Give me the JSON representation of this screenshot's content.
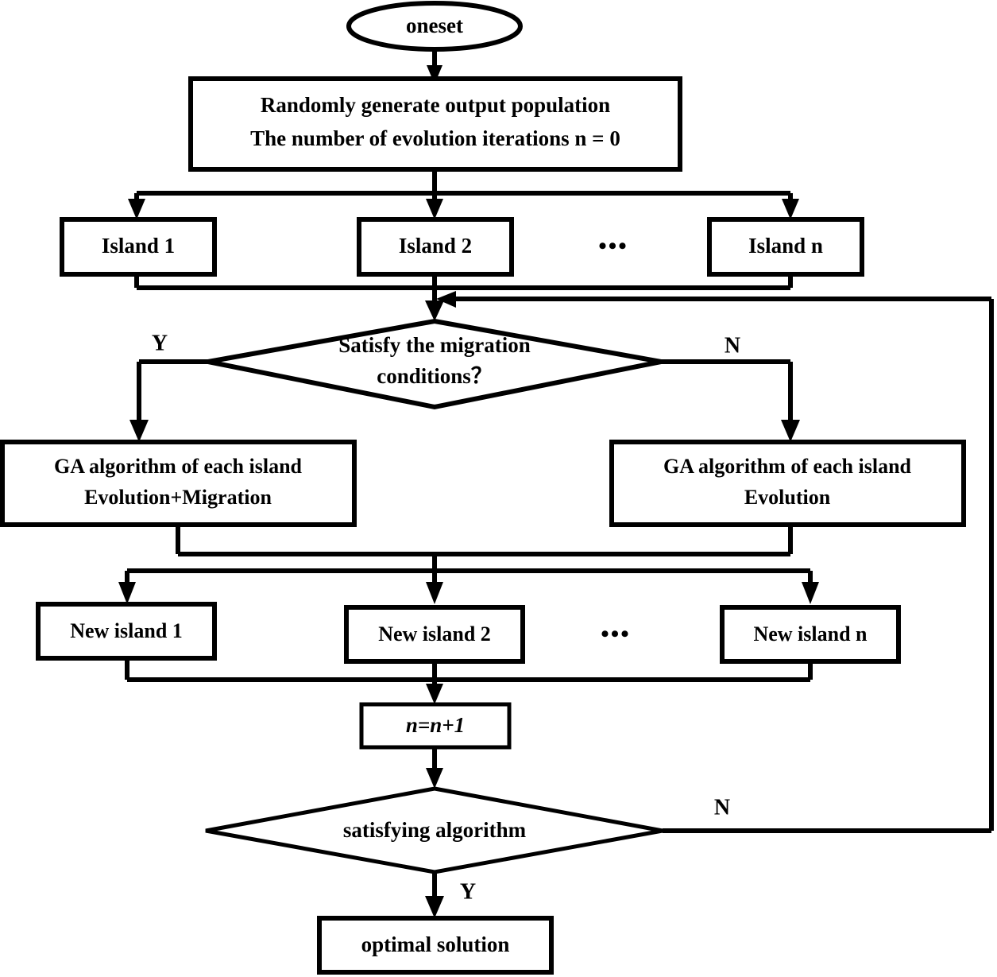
{
  "diagram": {
    "title": "Island-model genetic algorithm flowchart",
    "colors": {
      "stroke": "#000000",
      "fill": "#ffffff",
      "text": "#000000"
    },
    "nodes": {
      "start": {
        "label": "oneset",
        "shape": "ellipse"
      },
      "init": {
        "line1": "Randomly generate output population",
        "line2": "The number of evolution iterations n = 0",
        "shape": "rectangle"
      },
      "island1": {
        "label": "Island 1",
        "shape": "rectangle"
      },
      "island2": {
        "label": "Island 2",
        "shape": "rectangle"
      },
      "island_ellipsis": {
        "label": "•••"
      },
      "islandn": {
        "label": "Island n",
        "shape": "rectangle"
      },
      "migration_decision": {
        "line1": "Satisfy the migration",
        "line2": "conditions？",
        "shape": "diamond"
      },
      "ga_migration": {
        "line1": "GA algorithm of each island",
        "line2": "Evolution+Migration",
        "shape": "rectangle"
      },
      "ga_evolution": {
        "line1": "GA algorithm of each island",
        "line2": "Evolution",
        "shape": "rectangle"
      },
      "new_island1": {
        "label": "New island 1",
        "shape": "rectangle"
      },
      "new_island2": {
        "label": "New island 2",
        "shape": "rectangle"
      },
      "new_island_ellipsis": {
        "label": "•••"
      },
      "new_islandn": {
        "label": "New island n",
        "shape": "rectangle"
      },
      "increment": {
        "label": "n=n+1",
        "shape": "rectangle"
      },
      "terminate_decision": {
        "label": "satisfying algorithm",
        "shape": "diamond"
      },
      "result": {
        "label": "optimal solution",
        "shape": "rectangle"
      }
    },
    "branch_labels": {
      "migration_yes": "Y",
      "migration_no": "N",
      "terminate_no": "N",
      "terminate_yes": "Y"
    }
  }
}
